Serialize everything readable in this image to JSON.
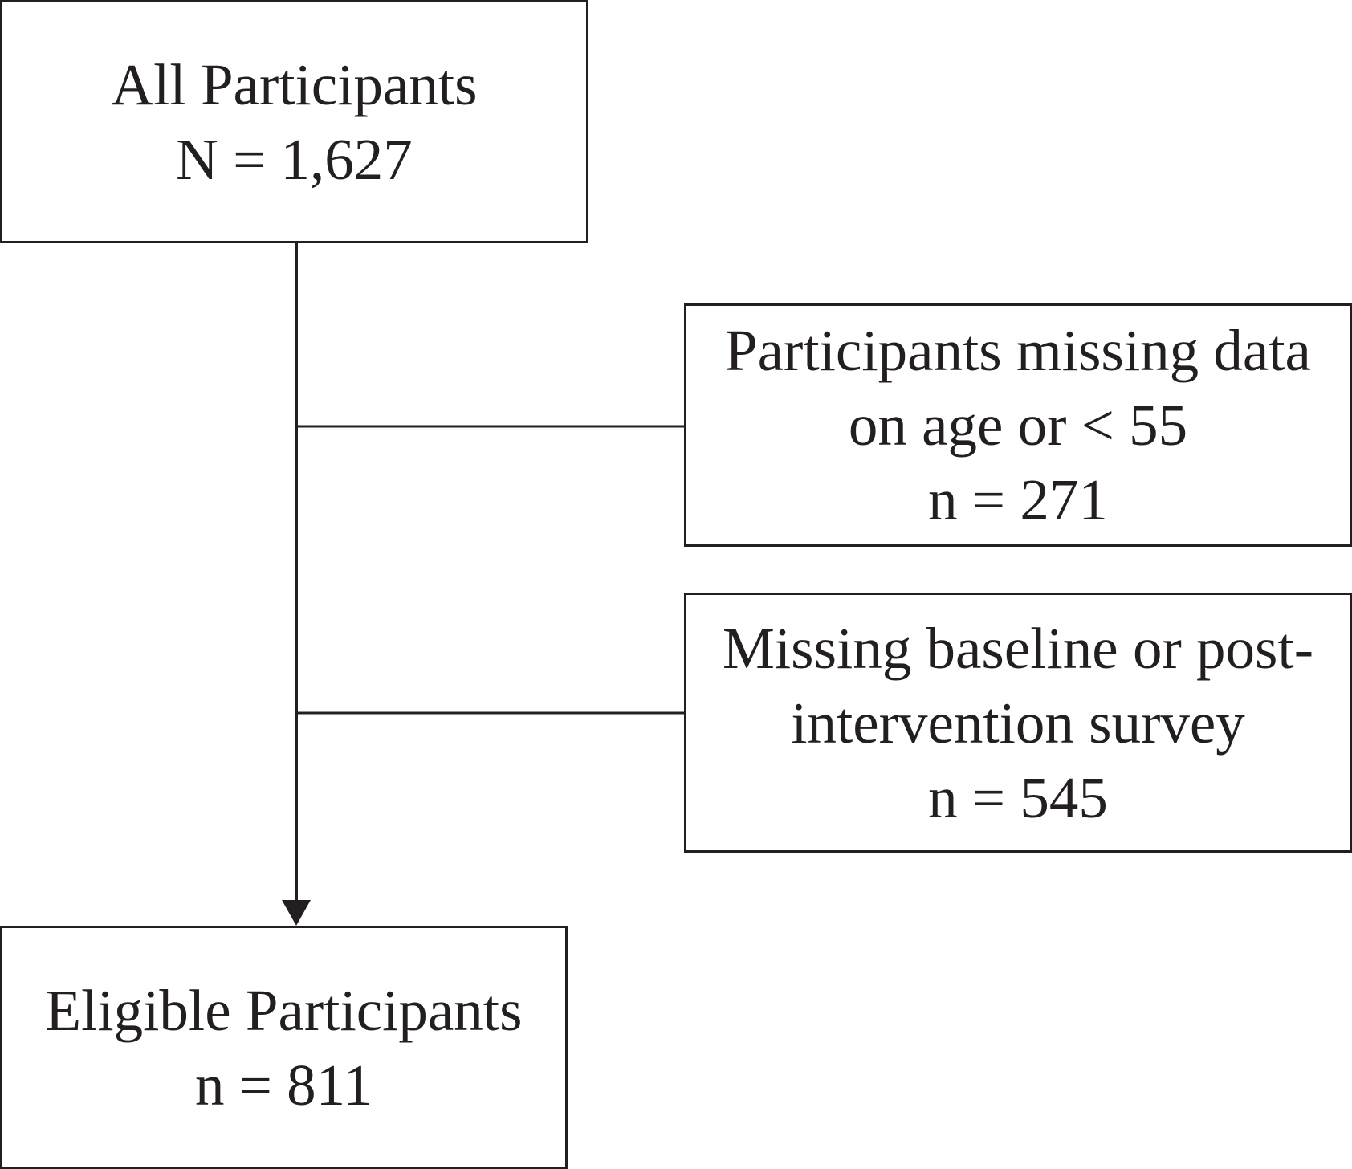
{
  "flowchart": {
    "start": {
      "line1": "All Participants",
      "line2": "N = 1,627"
    },
    "exclusions": [
      {
        "line1": "Participants missing data",
        "line2": "on age or < 55",
        "line3": "n = 271"
      },
      {
        "line1": "Missing baseline or post-",
        "line2": "intervention survey",
        "line3": "n = 545"
      }
    ],
    "end": {
      "line1": "Eligible Participants",
      "line2": "n = 811"
    }
  },
  "colors": {
    "stroke": "#231f20",
    "text": "#231f20",
    "background": "#ffffff"
  }
}
